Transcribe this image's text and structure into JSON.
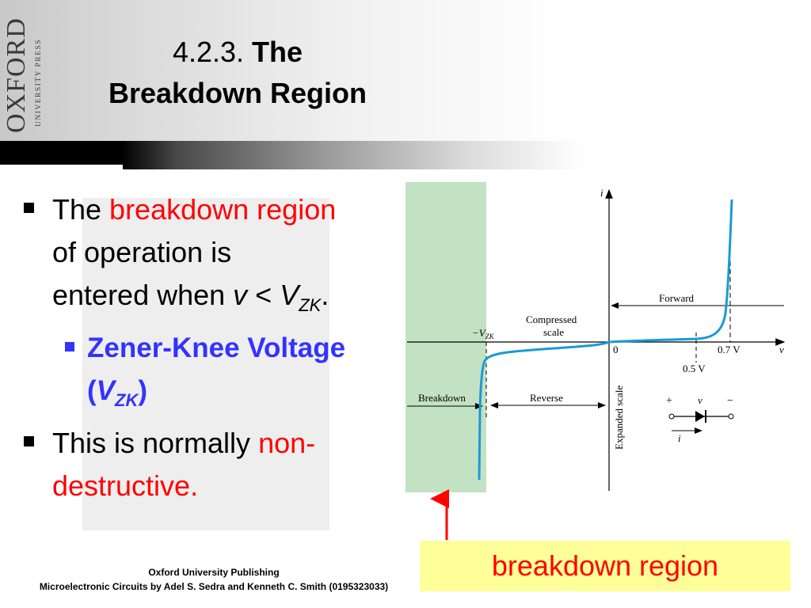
{
  "logo": {
    "main": "OXFORD",
    "sub": "UNIVERSITY PRESS"
  },
  "title": {
    "number": "4.2.3.",
    "bold_line1": "The",
    "bold_line2": "Breakdown Region"
  },
  "bullets": {
    "b1_pre": "The ",
    "b1_red": "breakdown region",
    "b1_line2": "of operation is",
    "b1_line3_pre": "entered when ",
    "b1_v": "v",
    "b1_lt": " < ",
    "b1_V": "V",
    "b1_sub": "ZK",
    "b1_end": ".",
    "sub_label": "Zener-Knee Voltage",
    "sub_paren_open": "(",
    "sub_V": "V",
    "sub_sub": "ZK",
    "sub_paren_close": ")",
    "b2_pre": "This is normally ",
    "b2_red1": "non-",
    "b2_red2": "destructive."
  },
  "diagram": {
    "axis_i": "i",
    "axis_v": "v",
    "origin": "0",
    "forward": "Forward",
    "compressed": "Compressed",
    "scale": "scale",
    "neg_vzk": "−V",
    "neg_vzk_sub": "ZK",
    "v07": "0.7 V",
    "v05": "0.5 V",
    "breakdown": "Breakdown",
    "reverse": "Reverse",
    "expanded_scale": "Expanded scale",
    "plus": "+",
    "minus": "−",
    "sym_v": "v",
    "sym_i": "i",
    "highlight_color": "#c3e1c3",
    "curve_color": "#1a9ad6"
  },
  "callout": {
    "text": "breakdown region"
  },
  "footer": {
    "line1": "Oxford University Publishing",
    "line2": "Microelectronic Circuits by Adel S. Sedra and Kenneth C. Smith (0195323033)"
  }
}
